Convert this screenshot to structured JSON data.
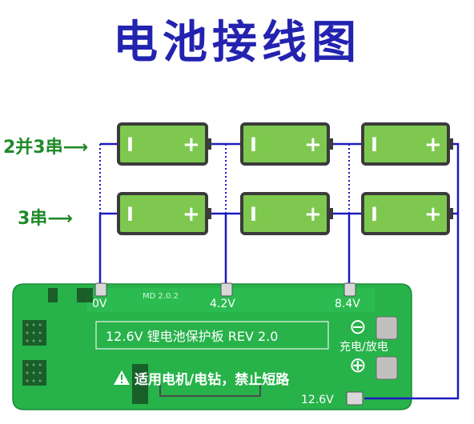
{
  "title": "电池接线图",
  "rows": [
    {
      "label": "2并3串",
      "arrow": "⟶"
    },
    {
      "label": "3串",
      "arrow": "⟶"
    }
  ],
  "battery": {
    "neg": "I",
    "pos": "+"
  },
  "terminals": [
    "0V",
    "4.2V",
    "8.4V",
    "12.6V"
  ],
  "board": {
    "name": "12.6V 锂电池保护板 REV 2.0",
    "warning": "适用电机/电钻，禁止短路",
    "warning_icon": "warning-triangle-icon",
    "minus": "⊖",
    "plus": "⊕",
    "port_label": "充电/放电",
    "silk": "MD 2.0.2"
  },
  "colors": {
    "title": "#2323b0",
    "wire": "#1b1bc0",
    "battery_body": "#7ec850",
    "battery_frame": "#3b3b3b",
    "board": "#27b24a",
    "label": "#1f8a2a"
  }
}
